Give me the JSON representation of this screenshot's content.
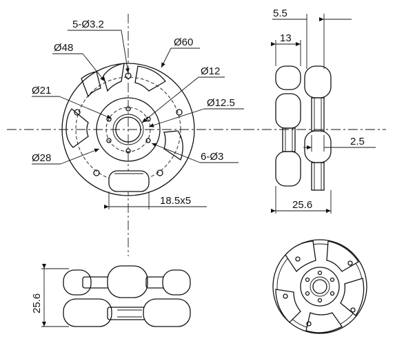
{
  "front_view": {
    "labels": {
      "holes_5": "5-Ø3.2",
      "dia_48": "Ø48",
      "dia_60": "Ø60",
      "dia_12": "Ø12",
      "dia_21": "Ø21",
      "dia_12_5": "Ø12.5",
      "dia_28": "Ø28",
      "holes_6": "6-Ø3",
      "roller_size": "18.5x5"
    }
  },
  "side_view": {
    "labels": {
      "dim_5_5": "5.5",
      "dim_13": "13",
      "dim_2_5": "2.5",
      "dim_25_6": "25.6"
    }
  },
  "top_view": {
    "labels": {
      "dim_25_6_vertical": "25.6"
    }
  }
}
